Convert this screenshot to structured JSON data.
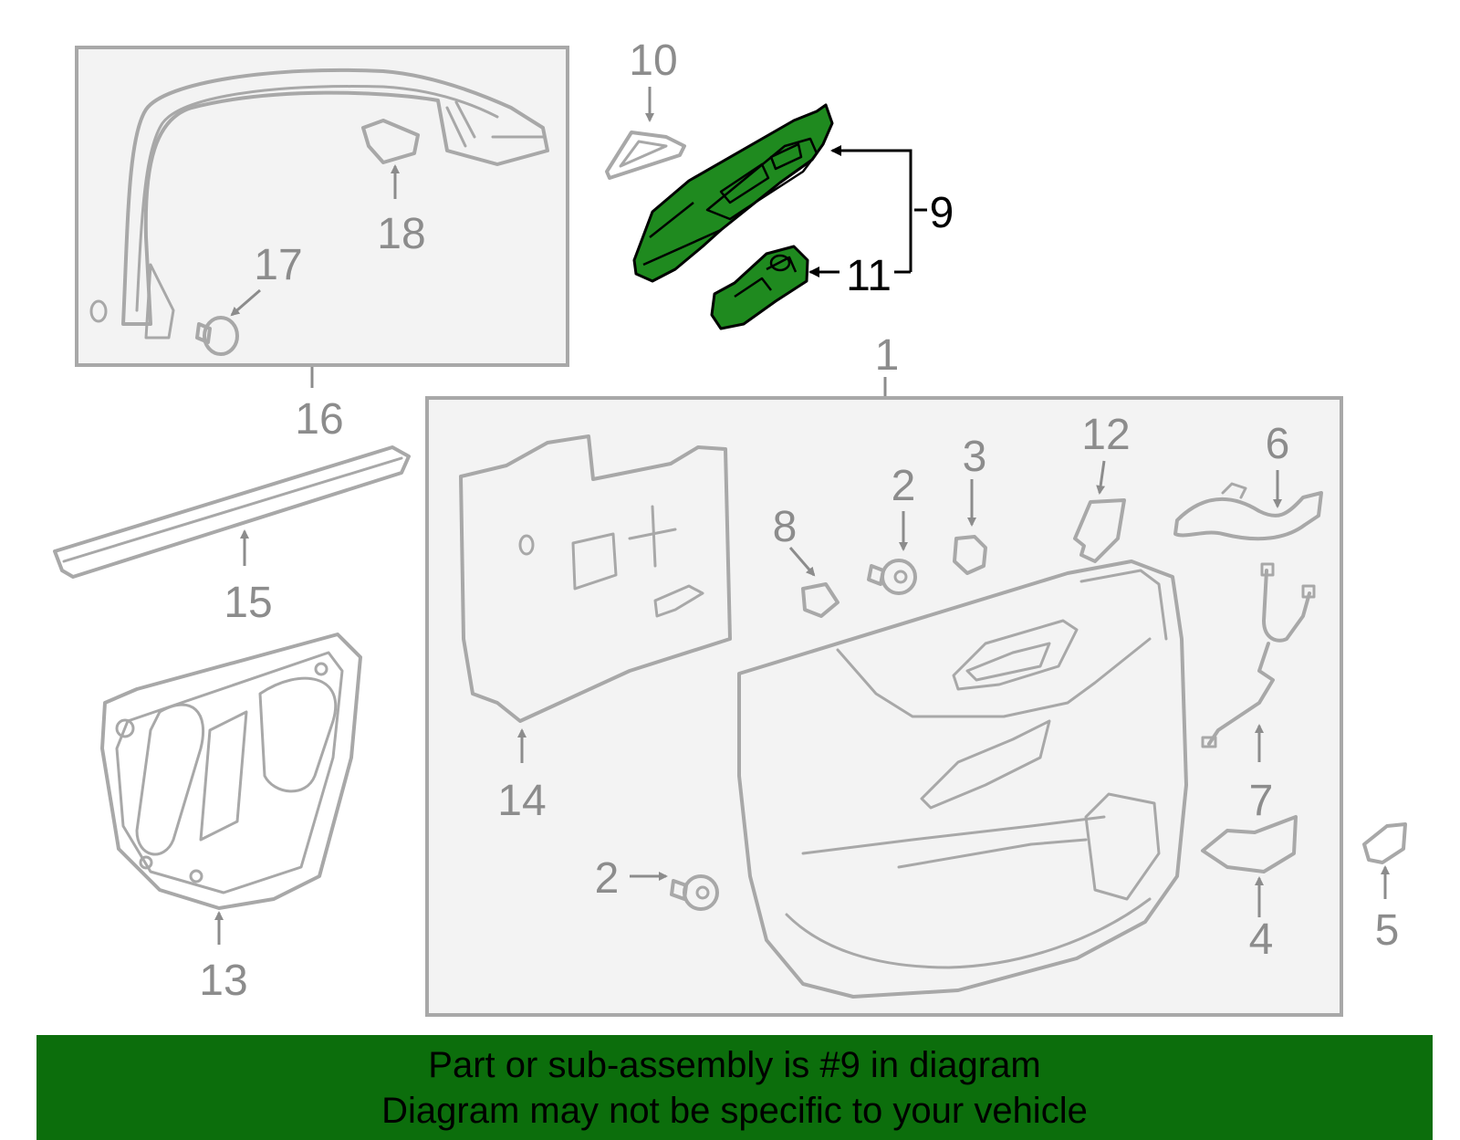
{
  "callouts": {
    "c1": "1",
    "c2a": "2",
    "c2b": "2",
    "c3": "3",
    "c4": "4",
    "c5": "5",
    "c6": "6",
    "c7": "7",
    "c8": "8",
    "c9": "9",
    "c10": "10",
    "c11": "11",
    "c12": "12",
    "c13": "13",
    "c14": "14",
    "c15": "15",
    "c16": "16",
    "c17": "17",
    "c18": "18"
  },
  "highlighted_part": "9",
  "colors": {
    "highlight": "#1f8a1f",
    "banner": "#0c6e0c",
    "linework": "#a8a8a8",
    "callout_text": "#8c8c8c"
  },
  "banner": {
    "line1": "Part or sub-assembly is #9 in diagram",
    "line2": "Diagram may not be specific to your vehicle"
  }
}
